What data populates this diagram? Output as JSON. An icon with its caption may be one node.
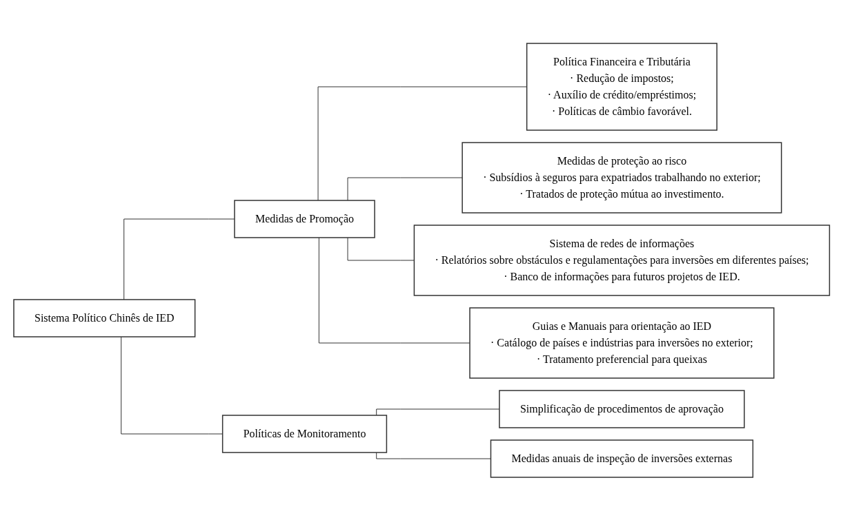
{
  "diagram": {
    "nodes": [
      {
        "text": [
          "Sistema Político Chinês de IED"
        ]
      },
      {
        "text": [
          "Medidas de Promoção"
        ]
      },
      {
        "text": [
          "Política Financeira e Tributária",
          "· Redução de impostos;",
          "· Auxílio de crédito/empréstimos;",
          "· Políticas de câmbio favorável."
        ]
      },
      {
        "text": [
          "Medidas de proteção ao risco",
          "· Subsídios à seguros para expatriados trabalhando no exterior;",
          "· Tratados de proteção mútua ao investimento."
        ]
      },
      {
        "text": [
          "Sistema de redes de informações",
          "· Relatórios sobre obstáculos e regulamentações para inversões em diferentes países;",
          "· Banco de informações para futuros projetos de IED."
        ]
      },
      {
        "text": [
          "Guias e Manuais para orientação ao IED",
          "· Catálogo de países e indústrias para inversões no exterior;",
          "· Tratamento preferencial para queixas"
        ]
      },
      {
        "text": [
          "Políticas de Monitoramento"
        ]
      },
      {
        "text": [
          "Simplificação de procedimentos de aprovação"
        ]
      },
      {
        "text": [
          "Medidas anuais de inspeção de inversões externas"
        ]
      }
    ],
    "edges": [
      {
        "from": 0,
        "to": 1,
        "arrow": "none"
      },
      {
        "from": 1,
        "to": 2,
        "arrow": "none"
      },
      {
        "from": 1,
        "to": 3,
        "arrow": "none"
      },
      {
        "from": 1,
        "to": 4,
        "arrow": "none"
      },
      {
        "from": 1,
        "to": 5,
        "arrow": "none"
      },
      {
        "from": 0,
        "to": 6,
        "arrow": "none"
      },
      {
        "from": 6,
        "to": 7,
        "arrow": "none"
      },
      {
        "from": 6,
        "to": 8,
        "arrow": "none"
      }
    ]
  }
}
